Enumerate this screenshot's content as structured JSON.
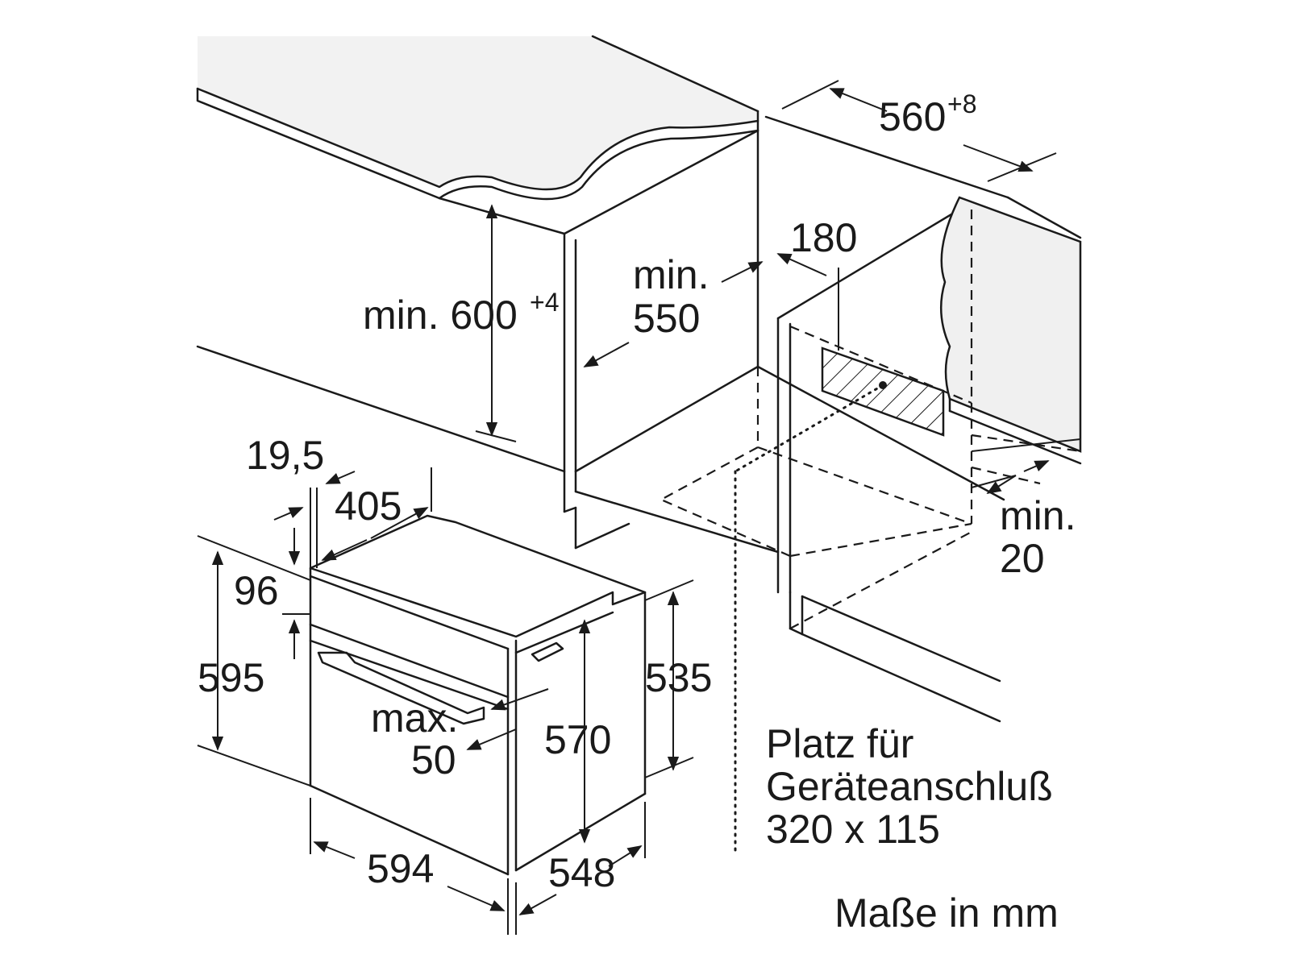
{
  "dimensions": {
    "countertop_gap": "560",
    "countertop_gap_tol": "+8",
    "side_gap": "180",
    "depth_label_1": "min.",
    "depth_label_2": "550",
    "height_label": "min. 600",
    "height_tol": "+4",
    "top_offset": "19,5",
    "front_depth": "405",
    "panel_height": "96",
    "total_height": "595",
    "body_height": "535",
    "inner_height": "570",
    "width": "594",
    "depth": "548",
    "handle_label_1": "max.",
    "handle_label_2": "50",
    "rear_gap_label_1": "min.",
    "rear_gap_label_2": "20"
  },
  "notes": {
    "connection_line_1": "Platz für",
    "connection_line_2": "Geräteanschluß",
    "connection_line_3": "320 x 115",
    "units": "Maße in mm"
  }
}
